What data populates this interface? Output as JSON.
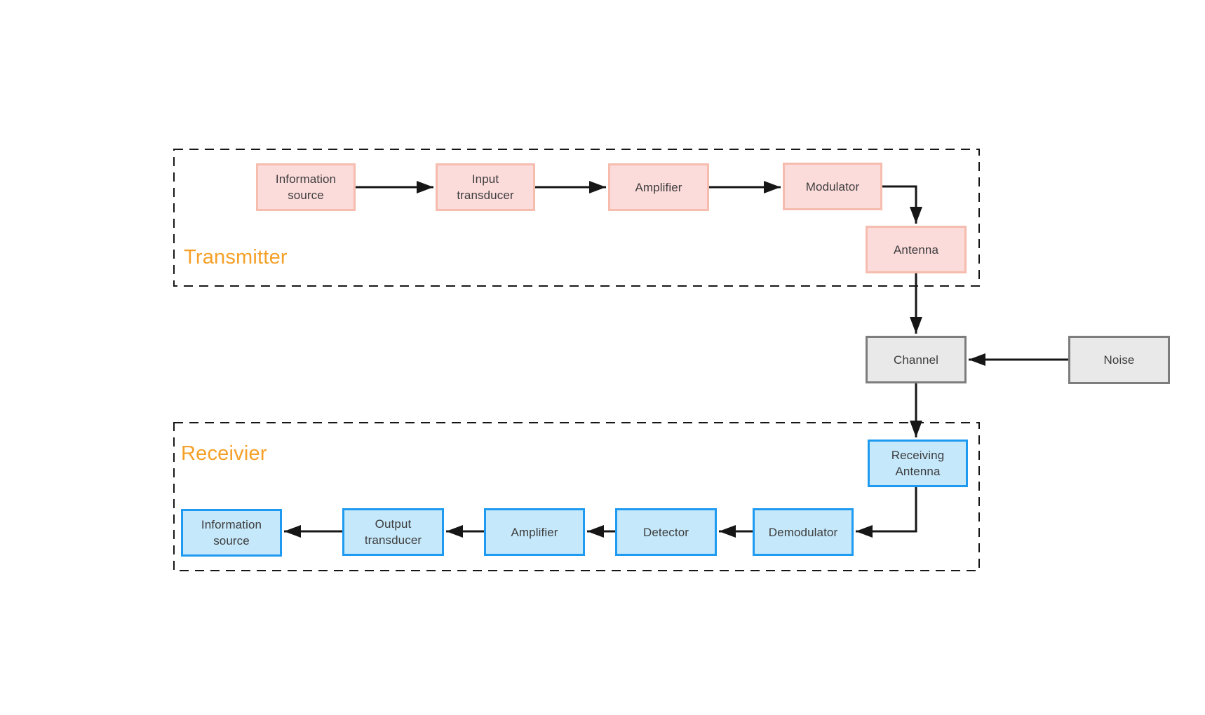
{
  "sections": {
    "transmitter": {
      "label": "Transmitter"
    },
    "receiver": {
      "label": "Receivier"
    }
  },
  "nodes": {
    "tx_information_source": {
      "label": "Information\nsource"
    },
    "tx_input_transducer": {
      "label": "Input\ntransducer"
    },
    "tx_amplifier": {
      "label": "Amplifier"
    },
    "tx_modulator": {
      "label": "Modulator"
    },
    "tx_antenna": {
      "label": "Antenna"
    },
    "channel": {
      "label": "Channel"
    },
    "noise": {
      "label": "Noise"
    },
    "rx_receiving_antenna": {
      "label": "Receiving\nAntenna"
    },
    "rx_demodulator": {
      "label": "Demodulator"
    },
    "rx_detector": {
      "label": "Detector"
    },
    "rx_amplifier": {
      "label": "Amplifier"
    },
    "rx_output_transducer": {
      "label": "Output\ntransducer"
    },
    "rx_information_source": {
      "label": "Information\nsource"
    }
  },
  "edges": [
    {
      "from": "tx_information_source",
      "to": "tx_input_transducer"
    },
    {
      "from": "tx_input_transducer",
      "to": "tx_amplifier"
    },
    {
      "from": "tx_amplifier",
      "to": "tx_modulator"
    },
    {
      "from": "tx_modulator",
      "to": "tx_antenna"
    },
    {
      "from": "tx_antenna",
      "to": "channel"
    },
    {
      "from": "noise",
      "to": "channel"
    },
    {
      "from": "channel",
      "to": "rx_receiving_antenna"
    },
    {
      "from": "rx_receiving_antenna",
      "to": "rx_demodulator"
    },
    {
      "from": "rx_demodulator",
      "to": "rx_detector"
    },
    {
      "from": "rx_detector",
      "to": "rx_amplifier"
    },
    {
      "from": "rx_amplifier",
      "to": "rx_output_transducer"
    },
    {
      "from": "rx_output_transducer",
      "to": "rx_information_source"
    }
  ],
  "colors": {
    "background": "#ffffff",
    "pink_fill": "#fcdbdb",
    "pink_border": "#f6bcae",
    "blue_fill": "#c5e8fb",
    "blue_border": "#1e9bf0",
    "gray_fill": "#e9e9e9",
    "gray_border": "#7d7d7d",
    "section_label": "#f5a028",
    "arrow": "#161616",
    "text": "#3d3d3d"
  }
}
